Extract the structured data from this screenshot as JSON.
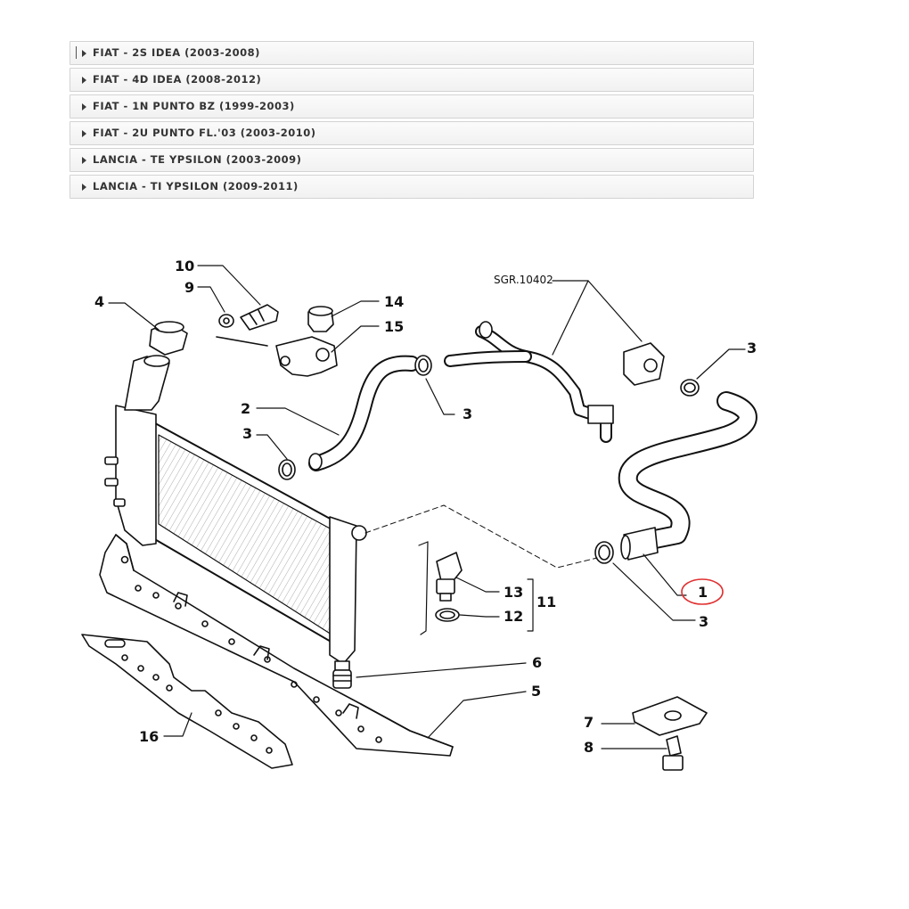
{
  "models": [
    {
      "label": "FIAT - 2S IDEA (2003-2008)"
    },
    {
      "label": "FIAT - 4D IDEA (2008-2012)"
    },
    {
      "label": "FIAT - 1N PUNTO BZ (1999-2003)"
    },
    {
      "label": "FIAT - 2U PUNTO FL.'03 (2003-2010)"
    },
    {
      "label": "LANCIA - TE YPSILON (2003-2009)"
    },
    {
      "label": "LANCIA - TI YPSILON (2009-2011)"
    }
  ],
  "diagram": {
    "ref_label": "SGR.10402",
    "callouts": {
      "c1": "1",
      "c2": "2",
      "c3a": "3",
      "c3b": "3",
      "c3c": "3",
      "c3d": "3",
      "c4": "4",
      "c5": "5",
      "c6": "6",
      "c7": "7",
      "c8": "8",
      "c9": "9",
      "c10": "10",
      "c11": "11",
      "c12": "12",
      "c13": "13",
      "c14": "14",
      "c15": "15",
      "c16": "16"
    },
    "highlight_color": "#e03030"
  }
}
